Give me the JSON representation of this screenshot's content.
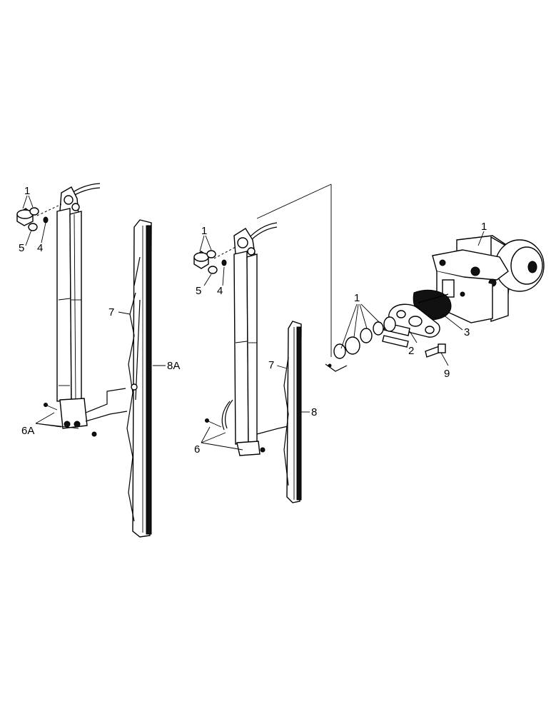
{
  "callouts": {
    "left_assembly": {
      "l1": "1",
      "l5": "5",
      "l4": "4",
      "l7": "7",
      "l8a": "8A",
      "l6a": "6A"
    },
    "center_assembly": {
      "l1": "1",
      "l5": "5",
      "l4": "4",
      "l7": "7",
      "l8": "8",
      "l6": "6"
    },
    "motor_assembly": {
      "l1_motor": "1",
      "l1_parts": "1",
      "l3": "3",
      "l2": "2",
      "l9": "9"
    }
  }
}
